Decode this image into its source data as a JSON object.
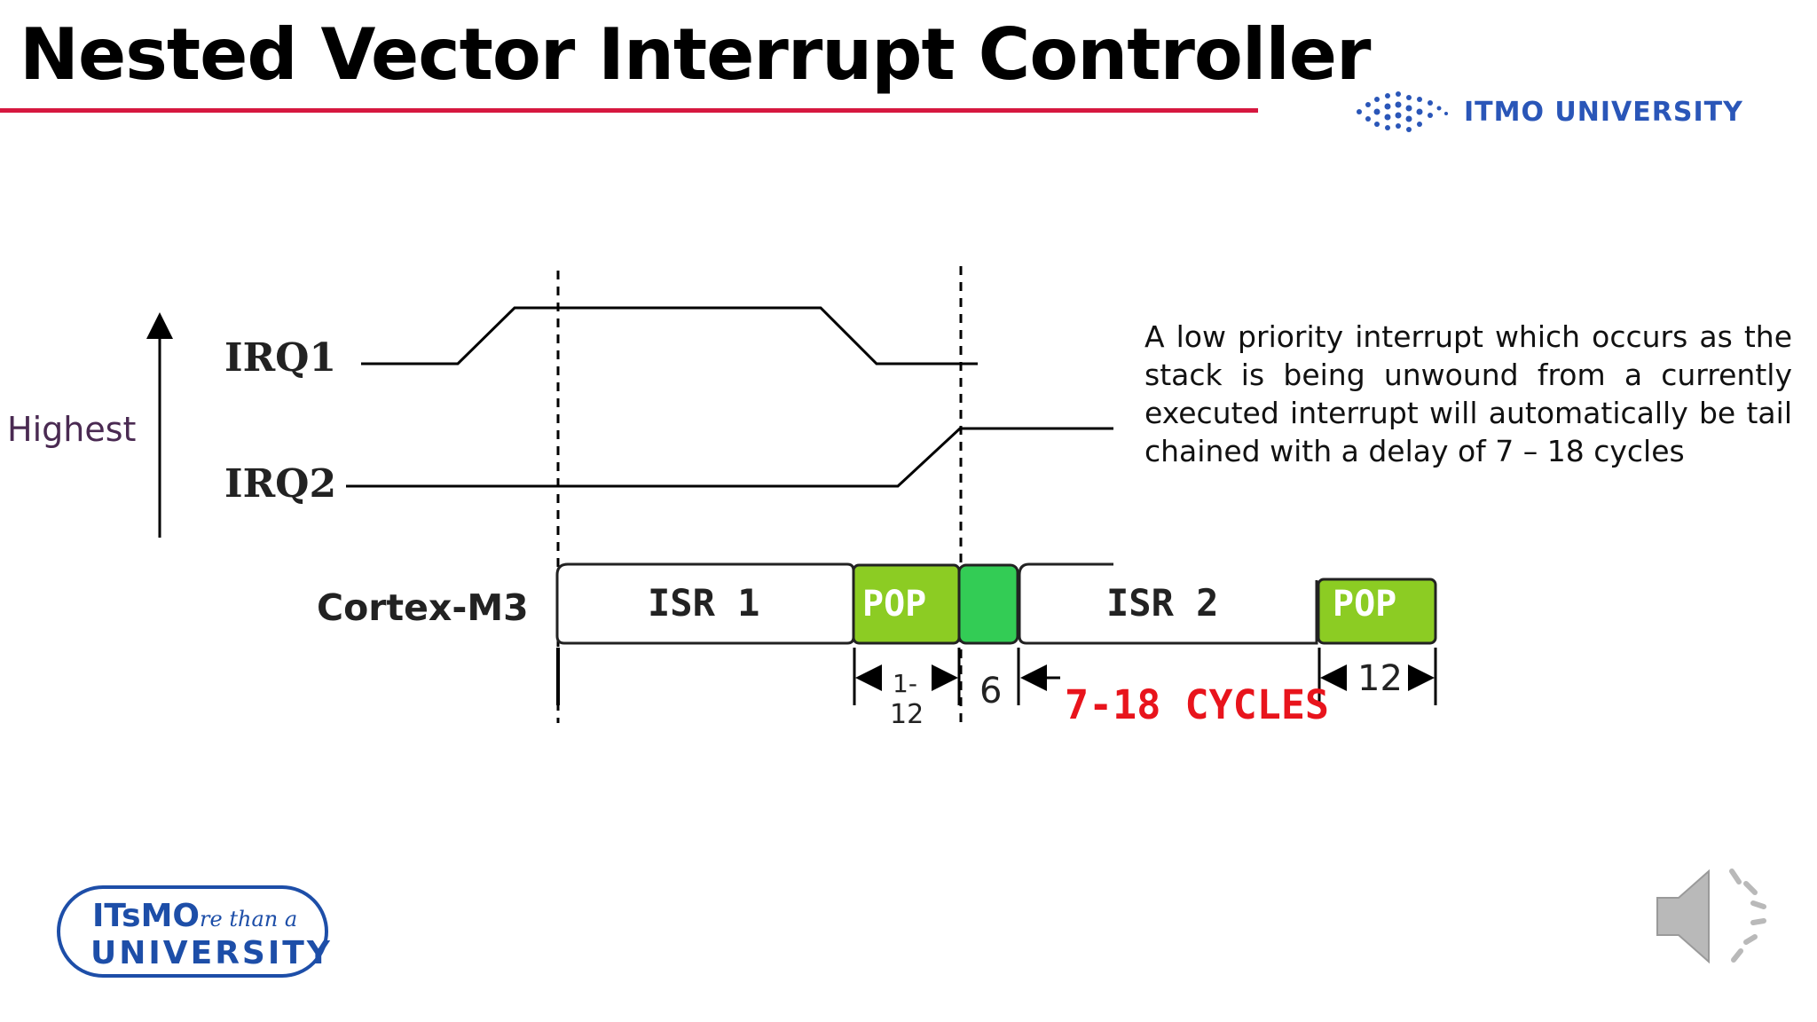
{
  "slide": {
    "title": "Nested Vector Interrupt Controller",
    "accent_color": "#d6173f"
  },
  "header_logo": {
    "text": "ITMO UNIVERSITY",
    "icon": "dotted-logo-icon",
    "color": "#2a56b8"
  },
  "diagram": {
    "axis_label": "Highest",
    "signals": {
      "irq1": "IRQ1",
      "irq2": "IRQ2",
      "core": "Cortex-M3"
    },
    "blocks": {
      "isr1": "ISR 1",
      "pop1": "POP",
      "isr2": "ISR 2",
      "pop2": "POP"
    },
    "timing": {
      "pop_cycles_top": "1-",
      "pop_cycles_bottom": "12",
      "tail_chain_cycles": "6",
      "total_label": "7-18 CYCLES",
      "final_pop_cycles": "12"
    },
    "colors": {
      "pop": "#8ccc23",
      "tail_chain": "#33cc55",
      "label_red": "#e8141c"
    }
  },
  "description": "A low priority interrupt which occurs as the stack is being unwound from a currently executed interrupt will automatically be tail chained with a delay of 7 – 18 cycles",
  "footer_logo": {
    "line1": "ITsMO",
    "line1_script": "re than a",
    "line2": "UNIVERSITY"
  },
  "audio_control": {
    "icon": "speaker-icon"
  }
}
